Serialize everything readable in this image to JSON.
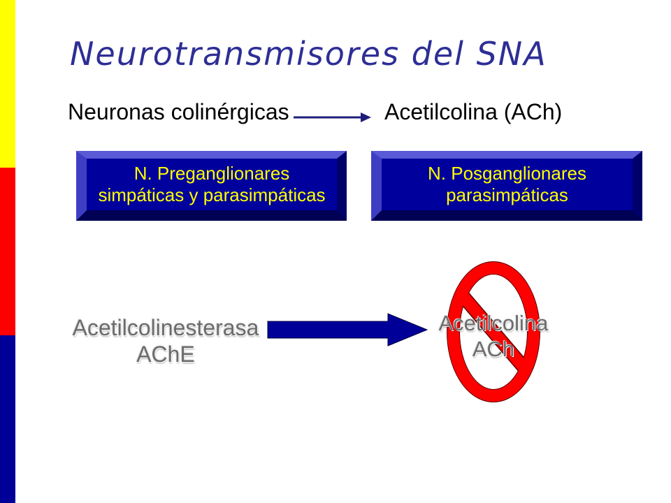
{
  "slide": {
    "title": "Neurotransmisores del SNA"
  },
  "cholinergic": {
    "source_label": "Neuronas colinérgicas",
    "target_label": "Acetilcolina (ACh)",
    "neuron_types": [
      {
        "lines": [
          "N. Preganglionares",
          "simpáticas y parasimpáticas"
        ]
      },
      {
        "lines": [
          "N. Posganglionares",
          "parasimpáticas"
        ]
      }
    ]
  },
  "inhibition": {
    "enzyme_name": "Acetilcolinesterasa",
    "enzyme_abbr": "AChE",
    "target_name": "Acetilcolina",
    "target_abbr": "ACh",
    "target_icon": "prohibition-sign-icon"
  },
  "colors": {
    "side_bar": [
      "#ffff00",
      "#ff0000",
      "#000099"
    ],
    "title": "#2e2e96",
    "box_fill": "#00009c",
    "box_text": "#ffff00",
    "arrow": "#000099",
    "prohibition": "#ff0000"
  }
}
